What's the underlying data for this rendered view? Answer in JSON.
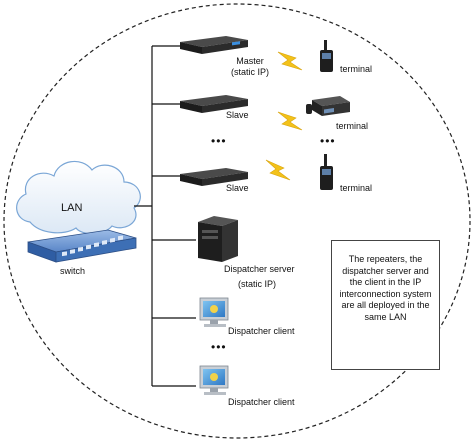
{
  "cloud_label": "LAN",
  "switch_label": "switch",
  "repeaters": {
    "master": "Master",
    "master_ip": "(static IP)",
    "slave_1": "Slave",
    "slave_2": "Slave",
    "ellipsis": "•••"
  },
  "terminals": {
    "t1": "terminal",
    "t2": "terminal",
    "t3": "terminal",
    "ellipsis": "•••"
  },
  "dispatcher_server": {
    "label": "Dispatcher server",
    "ip": "(static IP)"
  },
  "dispatcher_clients": {
    "c1": "Dispatcher client",
    "c2": "Dispatcher client",
    "ellipsis": "•••"
  },
  "note": "The repeaters, the dispatcher server and the client in the IP interconnection system are all deployed in the same LAN",
  "colors": {
    "lightning": "#f3c21a",
    "switch_body": "#3d6fb5",
    "cloud_edge": "#7aa6d6"
  }
}
